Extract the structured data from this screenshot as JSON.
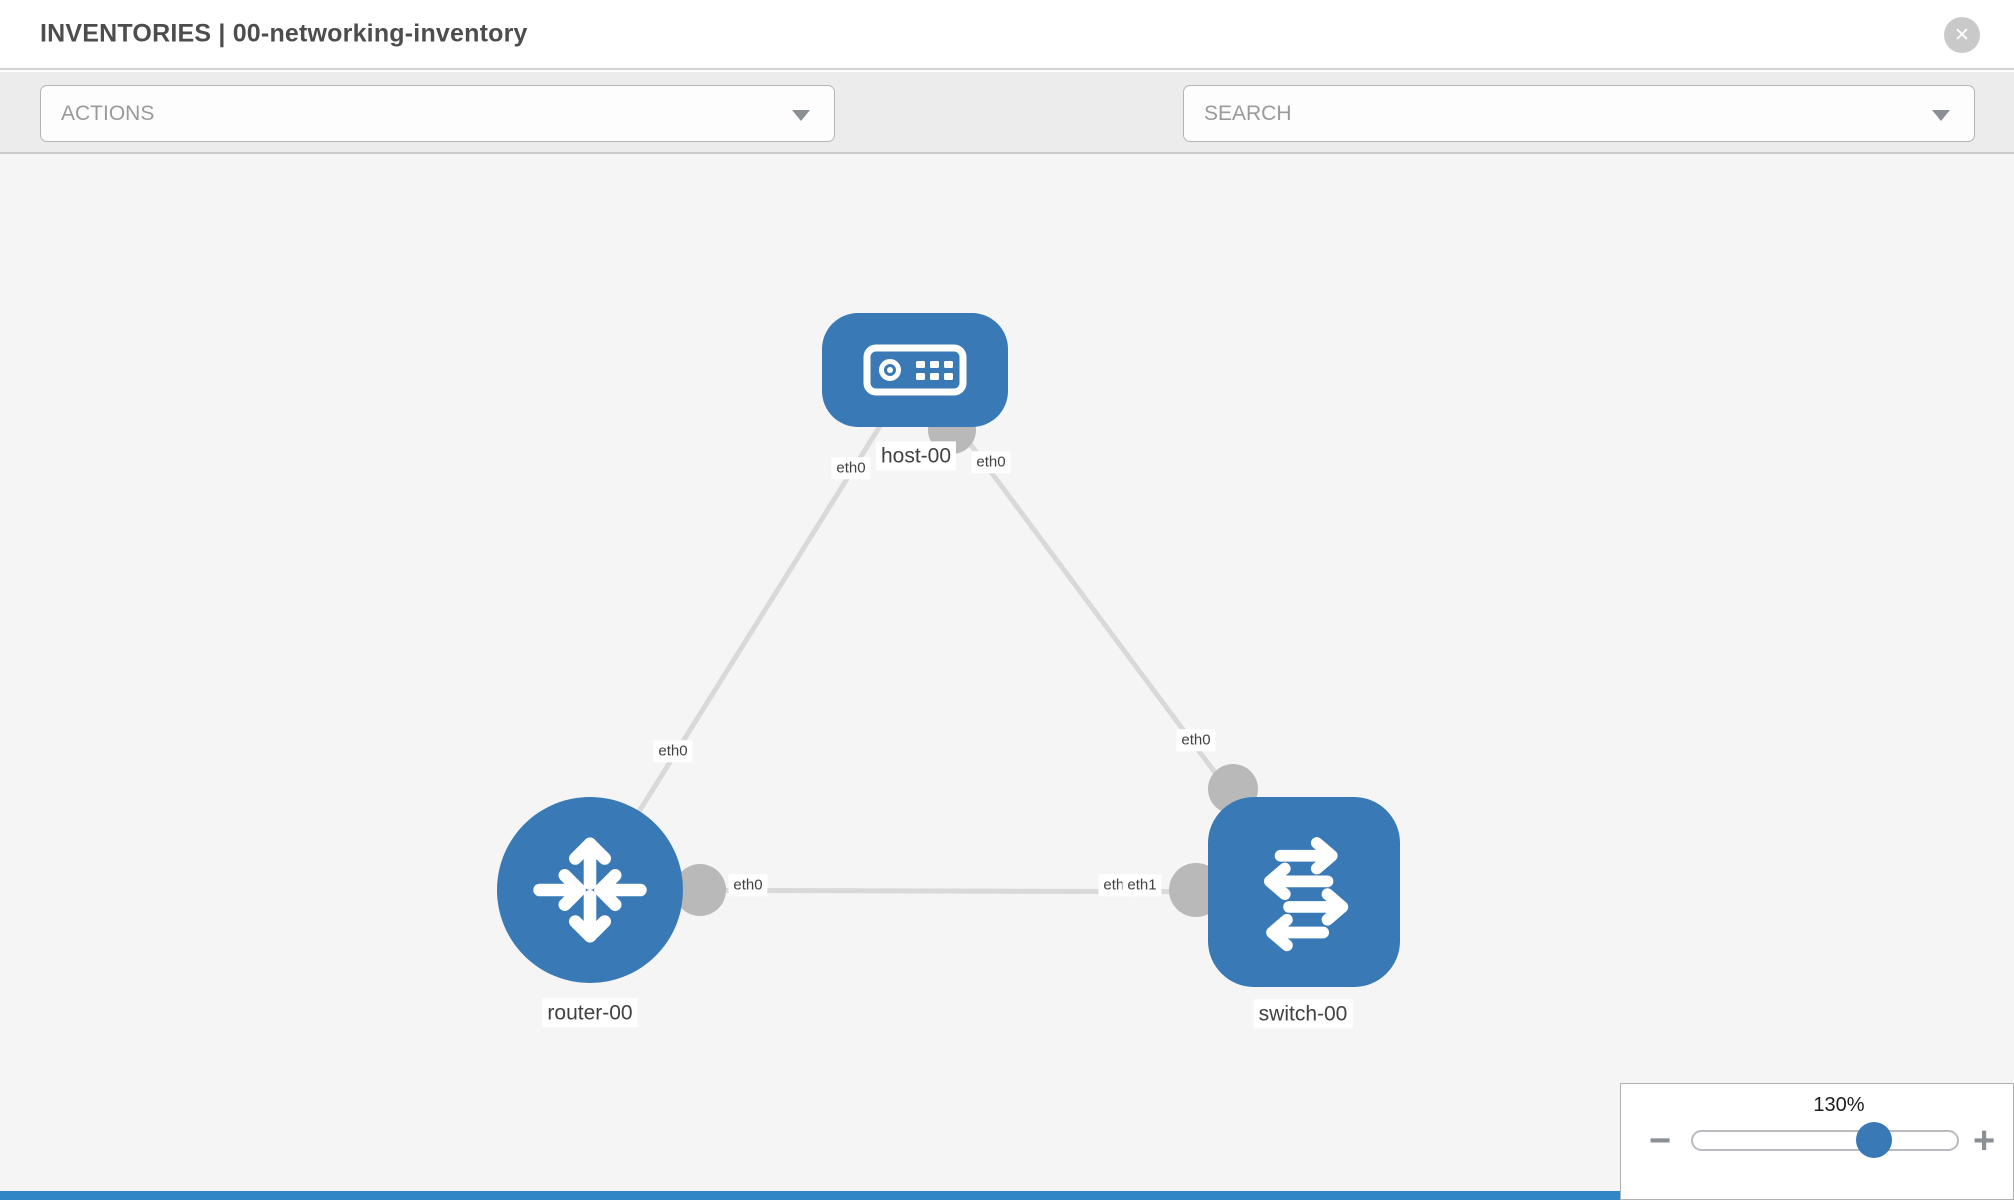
{
  "header": {
    "title": "INVENTORIES | 00-networking-inventory",
    "close_glyph": "✕"
  },
  "toolbar": {
    "actions_dropdown": {
      "label": "ACTIONS"
    },
    "search_dropdown": {
      "label": "SEARCH"
    },
    "icons": [
      {
        "name": "wrench"
      },
      {
        "name": "key"
      }
    ]
  },
  "topology": {
    "nodes": [
      {
        "id": "host-00",
        "label": "host-00",
        "type": "host"
      },
      {
        "id": "router-00",
        "label": "router-00",
        "type": "router"
      },
      {
        "id": "switch-00",
        "label": "switch-00",
        "type": "switch"
      }
    ],
    "links": [
      {
        "from": "router-00",
        "to": "host-00",
        "from_if": "eth0",
        "to_if": "eth0"
      },
      {
        "from": "host-00",
        "to": "switch-00",
        "from_if": "eth0",
        "to_if": "eth0"
      },
      {
        "from": "router-00",
        "to": "switch-00",
        "from_if": "eth0",
        "to_if": "eth1",
        "to_if_back": "eth1"
      }
    ],
    "colors": {
      "node_blue": "#3879b6",
      "link_gray": "#d9d9d9",
      "port_gray": "#b9b9b9",
      "canvas_bg": "#f5f5f5"
    }
  },
  "zoom_control": {
    "value": "130%",
    "percent": 130,
    "minus_glyph": "−",
    "plus_glyph": "+"
  }
}
